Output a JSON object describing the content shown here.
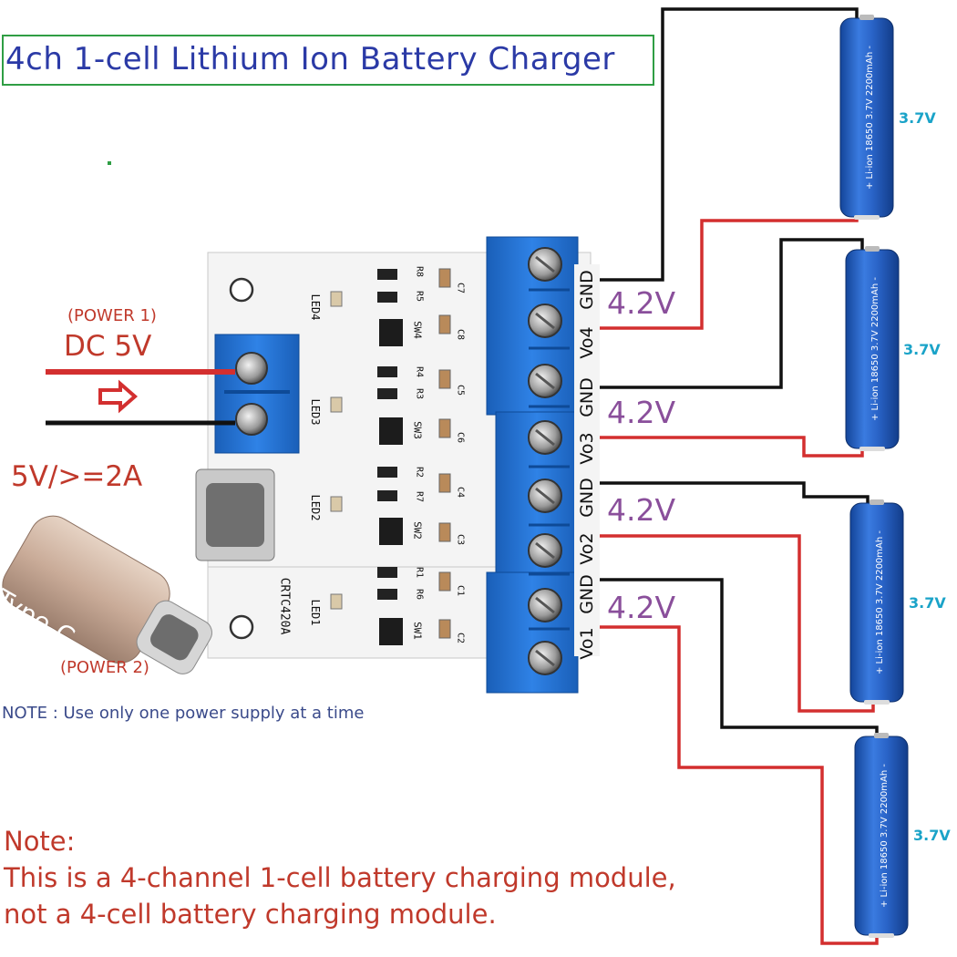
{
  "title": "4ch 1-cell Lithium Ion Battery Charger",
  "power1": {
    "label": "(POWER 1)",
    "value": "DC 5V"
  },
  "power2": {
    "label": "(POWER 2)",
    "spec": "5V/>=2A",
    "plug_text": "Type-C"
  },
  "note_small": "NOTE : Use only one power supply at a time",
  "note_big": {
    "heading": "Note:",
    "line1": "This is a 4-channel 1-cell battery charging module,",
    "line2": "not a 4-cell battery charging module."
  },
  "board": {
    "model": "CRTC420A",
    "terminals": [
      "GND",
      "Vo4",
      "GND",
      "Vo3",
      "GND",
      "Vo2",
      "GND",
      "Vo1"
    ],
    "leds": [
      "LED4",
      "LED3",
      "LED2",
      "LED1"
    ],
    "switches": [
      "SW4",
      "SW3",
      "SW2",
      "SW1"
    ],
    "resistors": [
      "R8",
      "R5",
      "R4",
      "R3",
      "R2",
      "R7",
      "R1",
      "R6"
    ],
    "capacitors": [
      "C7",
      "C8",
      "C5",
      "C6",
      "C4",
      "C3",
      "C1",
      "C2"
    ]
  },
  "output_voltages": [
    "4.2V",
    "4.2V",
    "4.2V",
    "4.2V"
  ],
  "battery_voltages": [
    "3.7V",
    "3.7V",
    "3.7V",
    "3.7V"
  ],
  "battery_print": "+ Li-ion 18650 3.7V 2200mAh -",
  "colors": {
    "title_text": "#2b3aa6",
    "title_border": "#2f9e44",
    "red_wire": "#d32f2f",
    "black_wire": "#111111",
    "terminal_blue": "#1f6fd1",
    "battery_blue": "#1f5fbf",
    "output_voltage_text": "#8a4f9b",
    "battery_voltage_text": "#1aa3c8",
    "note_text": "#c0392b"
  }
}
